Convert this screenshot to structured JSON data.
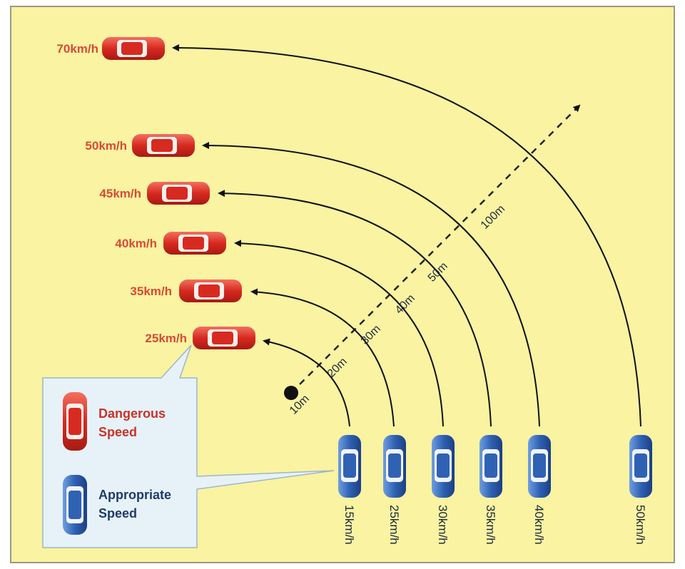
{
  "diagram": {
    "dangerous_speeds": [
      "70km/h",
      "50km/h",
      "45km/h",
      "40km/h",
      "35km/h",
      "25km/h"
    ],
    "appropriate_speeds": [
      "15km/h",
      "25km/h",
      "30km/h",
      "35km/h",
      "40km/h",
      "50km/h"
    ],
    "distances": [
      "10m",
      "20m",
      "30m",
      "40m",
      "50m",
      "100m"
    ],
    "legend": {
      "dangerous_line1": "Dangerous",
      "dangerous_line2": "Speed",
      "appropriate_line1": "Appropriate",
      "appropriate_line2": "Speed"
    },
    "colors": {
      "background": "#f9f3a2",
      "dangerous": "#d72a20",
      "appropriate": "#2f62b3",
      "legend_box": "#e7f2f8"
    }
  }
}
